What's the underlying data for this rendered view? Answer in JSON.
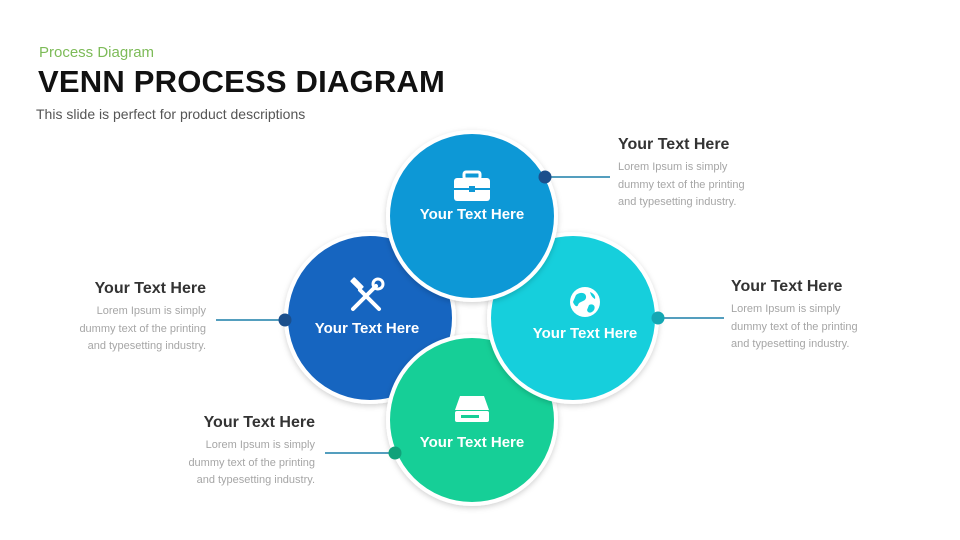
{
  "header": {
    "kicker": "Process Diagram",
    "title": "VENN PROCESS DIAGRAM",
    "subtitle": "This slide is perfect for product descriptions"
  },
  "colors": {
    "top": "#0f98d6",
    "left": "#1565c0",
    "right": "#13cfdc",
    "bottom": "#17cf97",
    "callout_line": "#1c7fa8",
    "callout_dot": "#1b4f8c"
  },
  "circles": [
    {
      "id": "top",
      "label": "Your Text Here",
      "icon": "briefcase-icon"
    },
    {
      "id": "left",
      "label": "Your Text Here",
      "icon": "tools-icon"
    },
    {
      "id": "right",
      "label": "Your Text Here",
      "icon": "globe-icon"
    },
    {
      "id": "bottom",
      "label": "Your Text Here",
      "icon": "drive-icon"
    }
  ],
  "callouts": {
    "top_right": {
      "heading": "Your Text Here",
      "lines": [
        "Lorem Ipsum is simply",
        "dummy text of the printing",
        "and typesetting industry."
      ]
    },
    "left": {
      "heading": "Your Text Here",
      "lines": [
        "Lorem Ipsum is simply",
        "dummy text of the printing",
        "and typesetting industry."
      ]
    },
    "right": {
      "heading": "Your Text Here",
      "lines": [
        "Lorem Ipsum is simply",
        "dummy text of the printing",
        "and typesetting industry."
      ]
    },
    "bottom_left": {
      "heading": "Your Text Here",
      "lines": [
        "Lorem Ipsum is simply",
        "dummy text of the printing",
        "and typesetting industry."
      ]
    }
  }
}
